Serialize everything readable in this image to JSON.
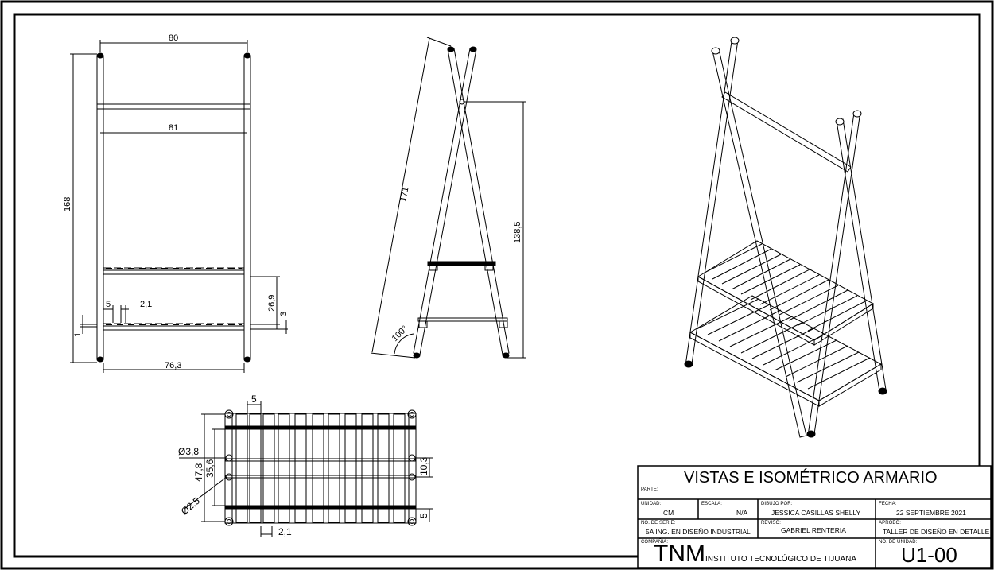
{
  "title_block": {
    "title": "VISTAS E ISOMÉTRICO ARMARIO",
    "parte_label": "PARTE:",
    "unidad_label": "UNIDAD:",
    "unidad": "CM",
    "escala_label": "ESCALA:",
    "escala": "N/A",
    "dibujo_label": "DIBUJO POR:",
    "dibujo": "JESSICA CASILLAS SHELLY",
    "fecha_label": "FECHA:",
    "fecha": "22 SEPTIEMBRE 2021",
    "serie_label": "NO. DE SERIE:",
    "serie": "5A ING. EN DISEÑO INDUSTRIAL",
    "reviso_label": "REVISÓ:",
    "reviso": "GABRIEL RENTERIA",
    "aprobo_label": "APROBÓ:",
    "aprobo": "TALLER DE DISEÑO EN DETALLE",
    "compania_label": "COMPAÑIA:",
    "logo": "TNM",
    "compania": "INSTITUTO TECNOLÓGICO DE TIJUANA",
    "no_unidad_label": "NO. DE UNIDAD:",
    "no_unidad": "U1-00"
  },
  "front_view": {
    "dim_width_top": "80",
    "dim_rod": "81",
    "dim_height": "168",
    "dim_slat": "5",
    "dim_gap": "2,1",
    "dim_shelf_spacing": "26,9",
    "dim_shelf_thickness": "3",
    "dim_clearance": "1",
    "dim_base": "76,3"
  },
  "side_view": {
    "dim_length": "171",
    "dim_rod_height": "138,5",
    "dim_angle": "100°"
  },
  "top_view": {
    "dim_slat": "5",
    "dim_diameter_leg": "Ø3,8",
    "dim_depth": "47,8",
    "dim_inner": "35,6",
    "dim_diameter_small": "Ø2,5",
    "dim_mid": "10,3",
    "dim_edge": "5",
    "dim_gap": "2,1"
  }
}
